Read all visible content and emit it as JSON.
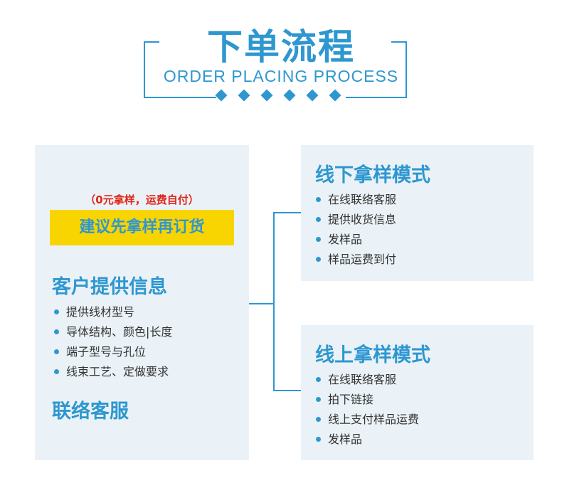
{
  "header": {
    "title_cn": "下单流程",
    "title_en": "ORDER PLACING PROCESS"
  },
  "left_panel": {
    "note": "（0元拿样，运费自付）",
    "highlight": "建议先拿样再订货",
    "heading": "客户提供信息",
    "items": [
      "提供线材型号",
      "导体结构、颜色|长度",
      "端子型号与孔位",
      "线束工艺、定做要求"
    ],
    "footer_heading": "联络客服"
  },
  "offline_panel": {
    "heading": "线下拿样模式",
    "items": [
      "在线联络客服",
      "提供收货信息",
      "发样品",
      "样品运费到付"
    ]
  },
  "online_panel": {
    "heading": "线上拿样模式",
    "items": [
      "在线联络客服",
      "拍下链接",
      "线上支付样品运费",
      "发样品"
    ]
  },
  "colors": {
    "accent_blue": "#2e97d0",
    "panel_bg": "#eaf2f7",
    "highlight_yellow": "#f8d400",
    "note_red": "#e0261a"
  }
}
